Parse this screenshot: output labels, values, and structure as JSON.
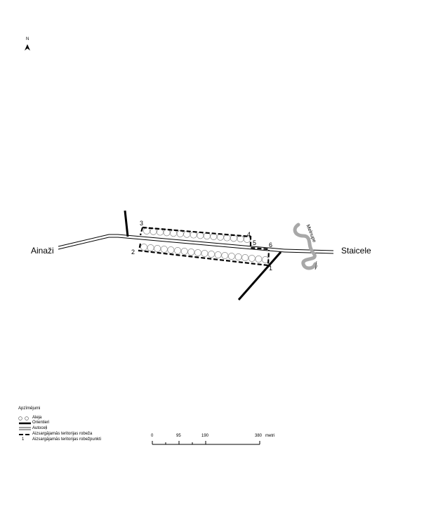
{
  "north_arrow": {
    "label": "N",
    "icon": "north-arrow-icon"
  },
  "places": {
    "left": "Ainaži",
    "right": "Staicele"
  },
  "river": {
    "name": "Melnupe"
  },
  "boundary_points": [
    "1",
    "2",
    "3",
    "4",
    "5",
    "6"
  ],
  "legend": {
    "title": "Apzīmējumi",
    "items": [
      {
        "icon": "alley-circles-icon",
        "label": "Aleja"
      },
      {
        "icon": "landmark-line-icon",
        "label": "Orientieri"
      },
      {
        "icon": "road-double-line-icon",
        "label": "Autoceļi"
      },
      {
        "icon": "dashed-boundary-icon",
        "label": "Aizsargājamās teritorijas robeža"
      },
      {
        "icon": "point-number-icon",
        "marker": "1",
        "label": "Aizsargājamās teritorijas robežpunkti"
      }
    ]
  },
  "scale_bar": {
    "ticks": [
      "0",
      "95",
      "190",
      "380"
    ],
    "unit": "metri"
  },
  "colors": {
    "river": "#a8a8a8",
    "lines": "#000000",
    "background": "#ffffff"
  }
}
